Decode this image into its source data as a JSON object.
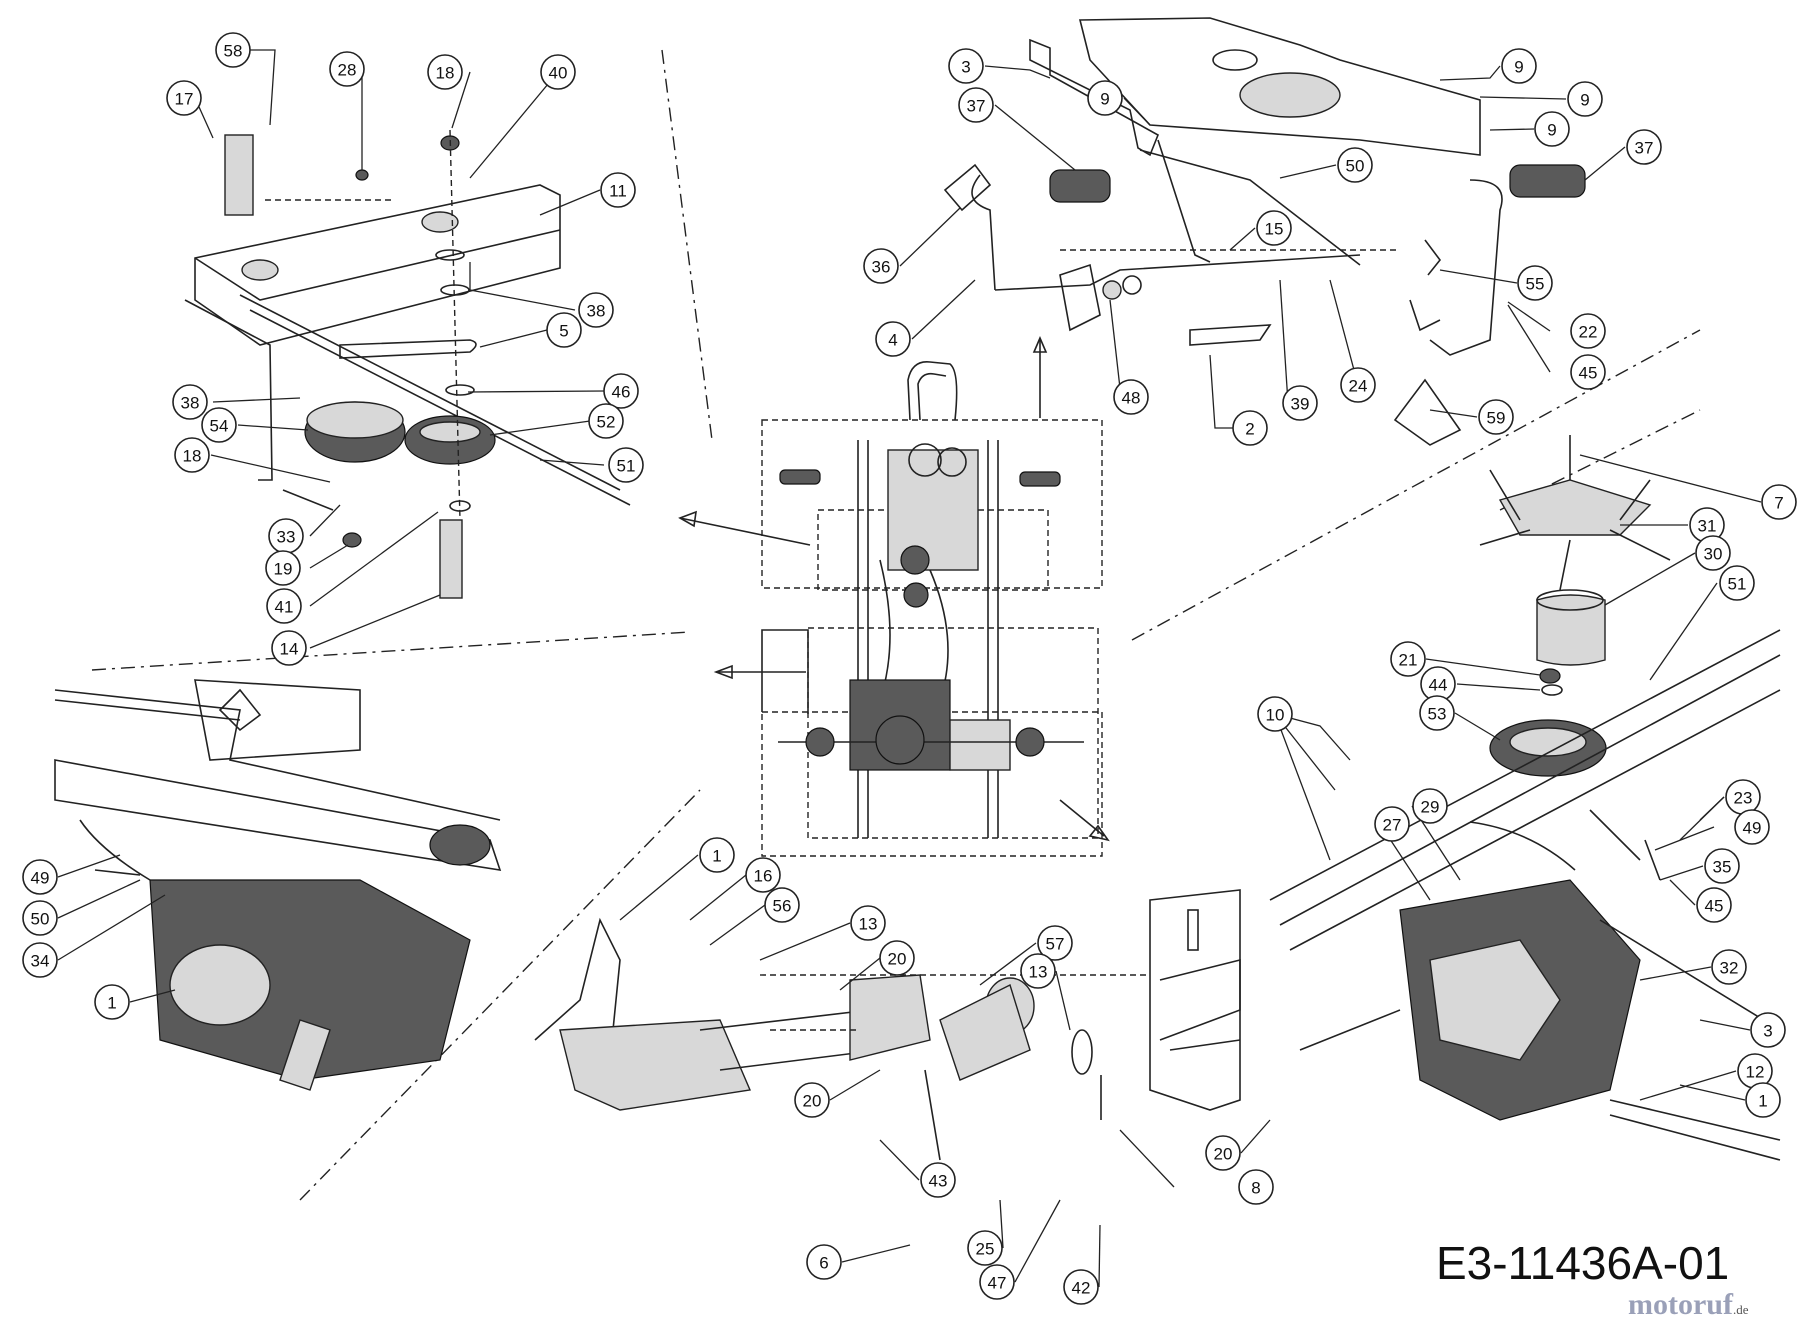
{
  "diagram_code": "E3-11436A-01",
  "watermark": {
    "brand": "motoruf",
    "tld": ".de"
  },
  "callouts": [
    {
      "label": "58"
    },
    {
      "label": "28"
    },
    {
      "label": "18"
    },
    {
      "label": "40"
    },
    {
      "label": "17"
    },
    {
      "label": "11"
    },
    {
      "label": "38"
    },
    {
      "label": "5"
    },
    {
      "label": "46"
    },
    {
      "label": "38"
    },
    {
      "label": "54"
    },
    {
      "label": "52"
    },
    {
      "label": "18"
    },
    {
      "label": "51"
    },
    {
      "label": "33"
    },
    {
      "label": "19"
    },
    {
      "label": "41"
    },
    {
      "label": "14"
    },
    {
      "label": "3"
    },
    {
      "label": "9"
    },
    {
      "label": "9"
    },
    {
      "label": "9"
    },
    {
      "label": "9"
    },
    {
      "label": "37"
    },
    {
      "label": "50"
    },
    {
      "label": "37"
    },
    {
      "label": "36"
    },
    {
      "label": "15"
    },
    {
      "label": "55"
    },
    {
      "label": "4"
    },
    {
      "label": "22"
    },
    {
      "label": "48"
    },
    {
      "label": "39"
    },
    {
      "label": "24"
    },
    {
      "label": "45"
    },
    {
      "label": "2"
    },
    {
      "label": "59"
    },
    {
      "label": "7"
    },
    {
      "label": "31"
    },
    {
      "label": "30"
    },
    {
      "label": "51"
    },
    {
      "label": "21"
    },
    {
      "label": "44"
    },
    {
      "label": "10"
    },
    {
      "label": "53"
    },
    {
      "label": "29"
    },
    {
      "label": "27"
    },
    {
      "label": "23"
    },
    {
      "label": "49"
    },
    {
      "label": "35"
    },
    {
      "label": "45"
    },
    {
      "label": "32"
    },
    {
      "label": "3"
    },
    {
      "label": "12"
    },
    {
      "label": "1"
    },
    {
      "label": "49"
    },
    {
      "label": "50"
    },
    {
      "label": "34"
    },
    {
      "label": "1"
    },
    {
      "label": "1"
    },
    {
      "label": "16"
    },
    {
      "label": "56"
    },
    {
      "label": "13"
    },
    {
      "label": "20"
    },
    {
      "label": "57"
    },
    {
      "label": "13"
    },
    {
      "label": "20"
    },
    {
      "label": "20"
    },
    {
      "label": "43"
    },
    {
      "label": "8"
    },
    {
      "label": "6"
    },
    {
      "label": "25"
    },
    {
      "label": "47"
    },
    {
      "label": "42"
    }
  ]
}
